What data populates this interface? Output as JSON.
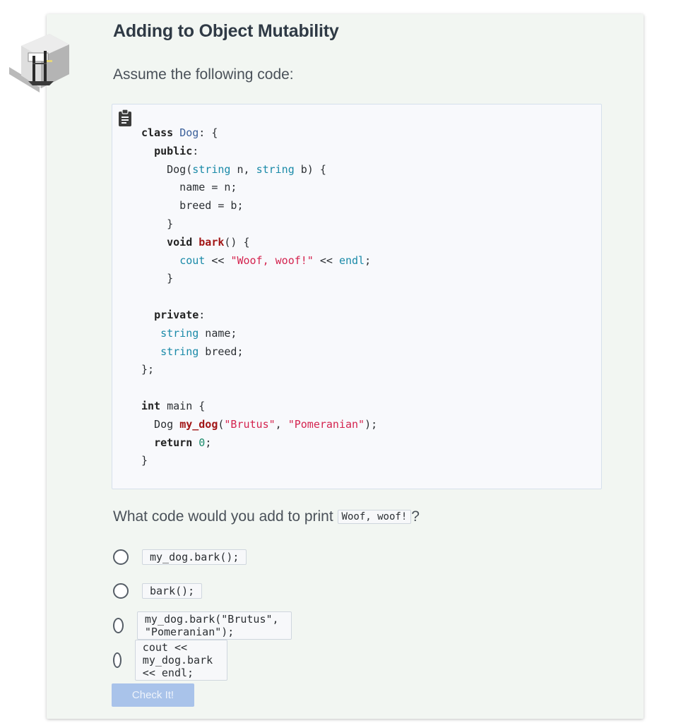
{
  "title": "Adding to Object Mutability",
  "intro": "Assume the following code:",
  "question": {
    "prefix": "What code would you add to print ",
    "code": "Woof, woof!",
    "suffix": "?"
  },
  "options": [
    {
      "label": "my_dog.bark();"
    },
    {
      "label": "bark();"
    },
    {
      "label": "my_dog.bark(\"Brutus\", \"Pomeranian\");"
    },
    {
      "label": "cout << my_dog.bark << endl;"
    }
  ],
  "button": {
    "label": "Check It!"
  },
  "icons": {
    "badge": "doorway-badge-icon",
    "clipboard": "clipboard-icon"
  },
  "colors": {
    "card": "#f2f6f2",
    "button": "#a9c3ea"
  }
}
